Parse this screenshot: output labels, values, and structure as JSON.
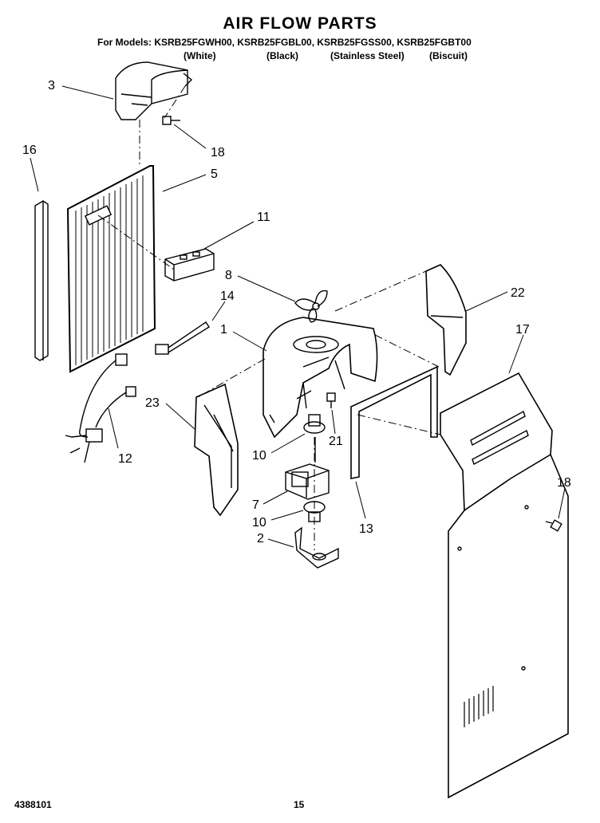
{
  "header": {
    "title": "AIR FLOW PARTS",
    "models": "For Models: KSRB25FGWH00, KSRB25FGBL00, KSRB25FGSS00, KSRB25FGBT00",
    "finishes": [
      "(White)",
      "(Black)",
      "(Stainless Steel)",
      "(Biscuit)"
    ]
  },
  "callouts": [
    "3",
    "18",
    "16",
    "5",
    "11",
    "8",
    "22",
    "14",
    "1",
    "17",
    "23",
    "21",
    "10",
    "12",
    "13",
    "7",
    "10",
    "18",
    "2"
  ],
  "footer": {
    "part_number": "4388101",
    "page": "15"
  }
}
